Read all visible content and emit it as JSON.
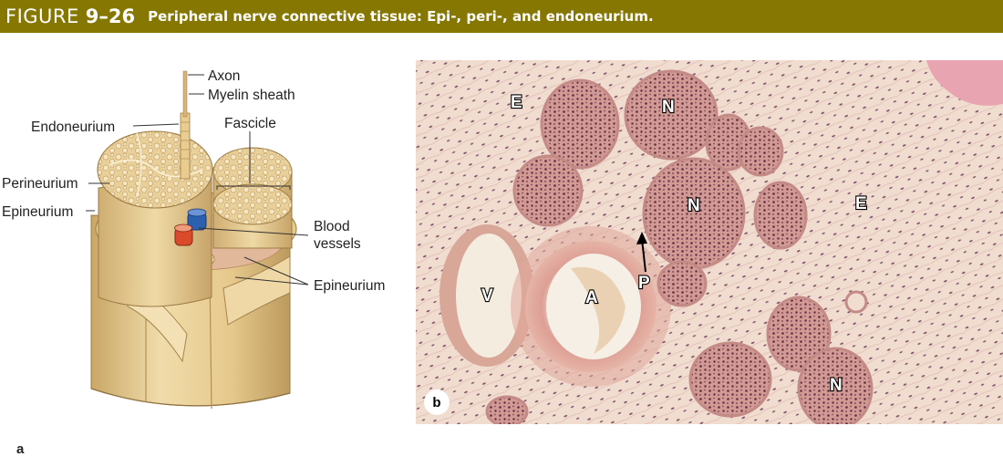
{
  "header": {
    "figure_word": "FIGURE",
    "figure_number": "9–26",
    "title": "Peripheral nerve connective tissue: Epi-, peri-, and endoneurium."
  },
  "panel_a": {
    "letter": "a",
    "labels": {
      "axon": "Axon",
      "myelin_sheath": "Myelin sheath",
      "endoneurium": "Endoneurium",
      "fascicle": "Fascicle",
      "perineurium": "Perineurium",
      "epineurium_left": "Epineurium",
      "blood_vessels_line1": "Blood",
      "blood_vessels_line2": "vessels",
      "epineurium_right": "Epineurium"
    }
  },
  "panel_b": {
    "badge": "b",
    "labels": {
      "e_top": "E",
      "n_top": "N",
      "n_middle": "N",
      "e_right": "E",
      "v": "V",
      "a": "A",
      "p": "P",
      "n_bottom": "N"
    }
  },
  "colors": {
    "header_bg": "#857701",
    "tissue_bg": "#f1dcd0",
    "fascicle": "#c98b86",
    "nerve_tan": "#e2c693"
  }
}
